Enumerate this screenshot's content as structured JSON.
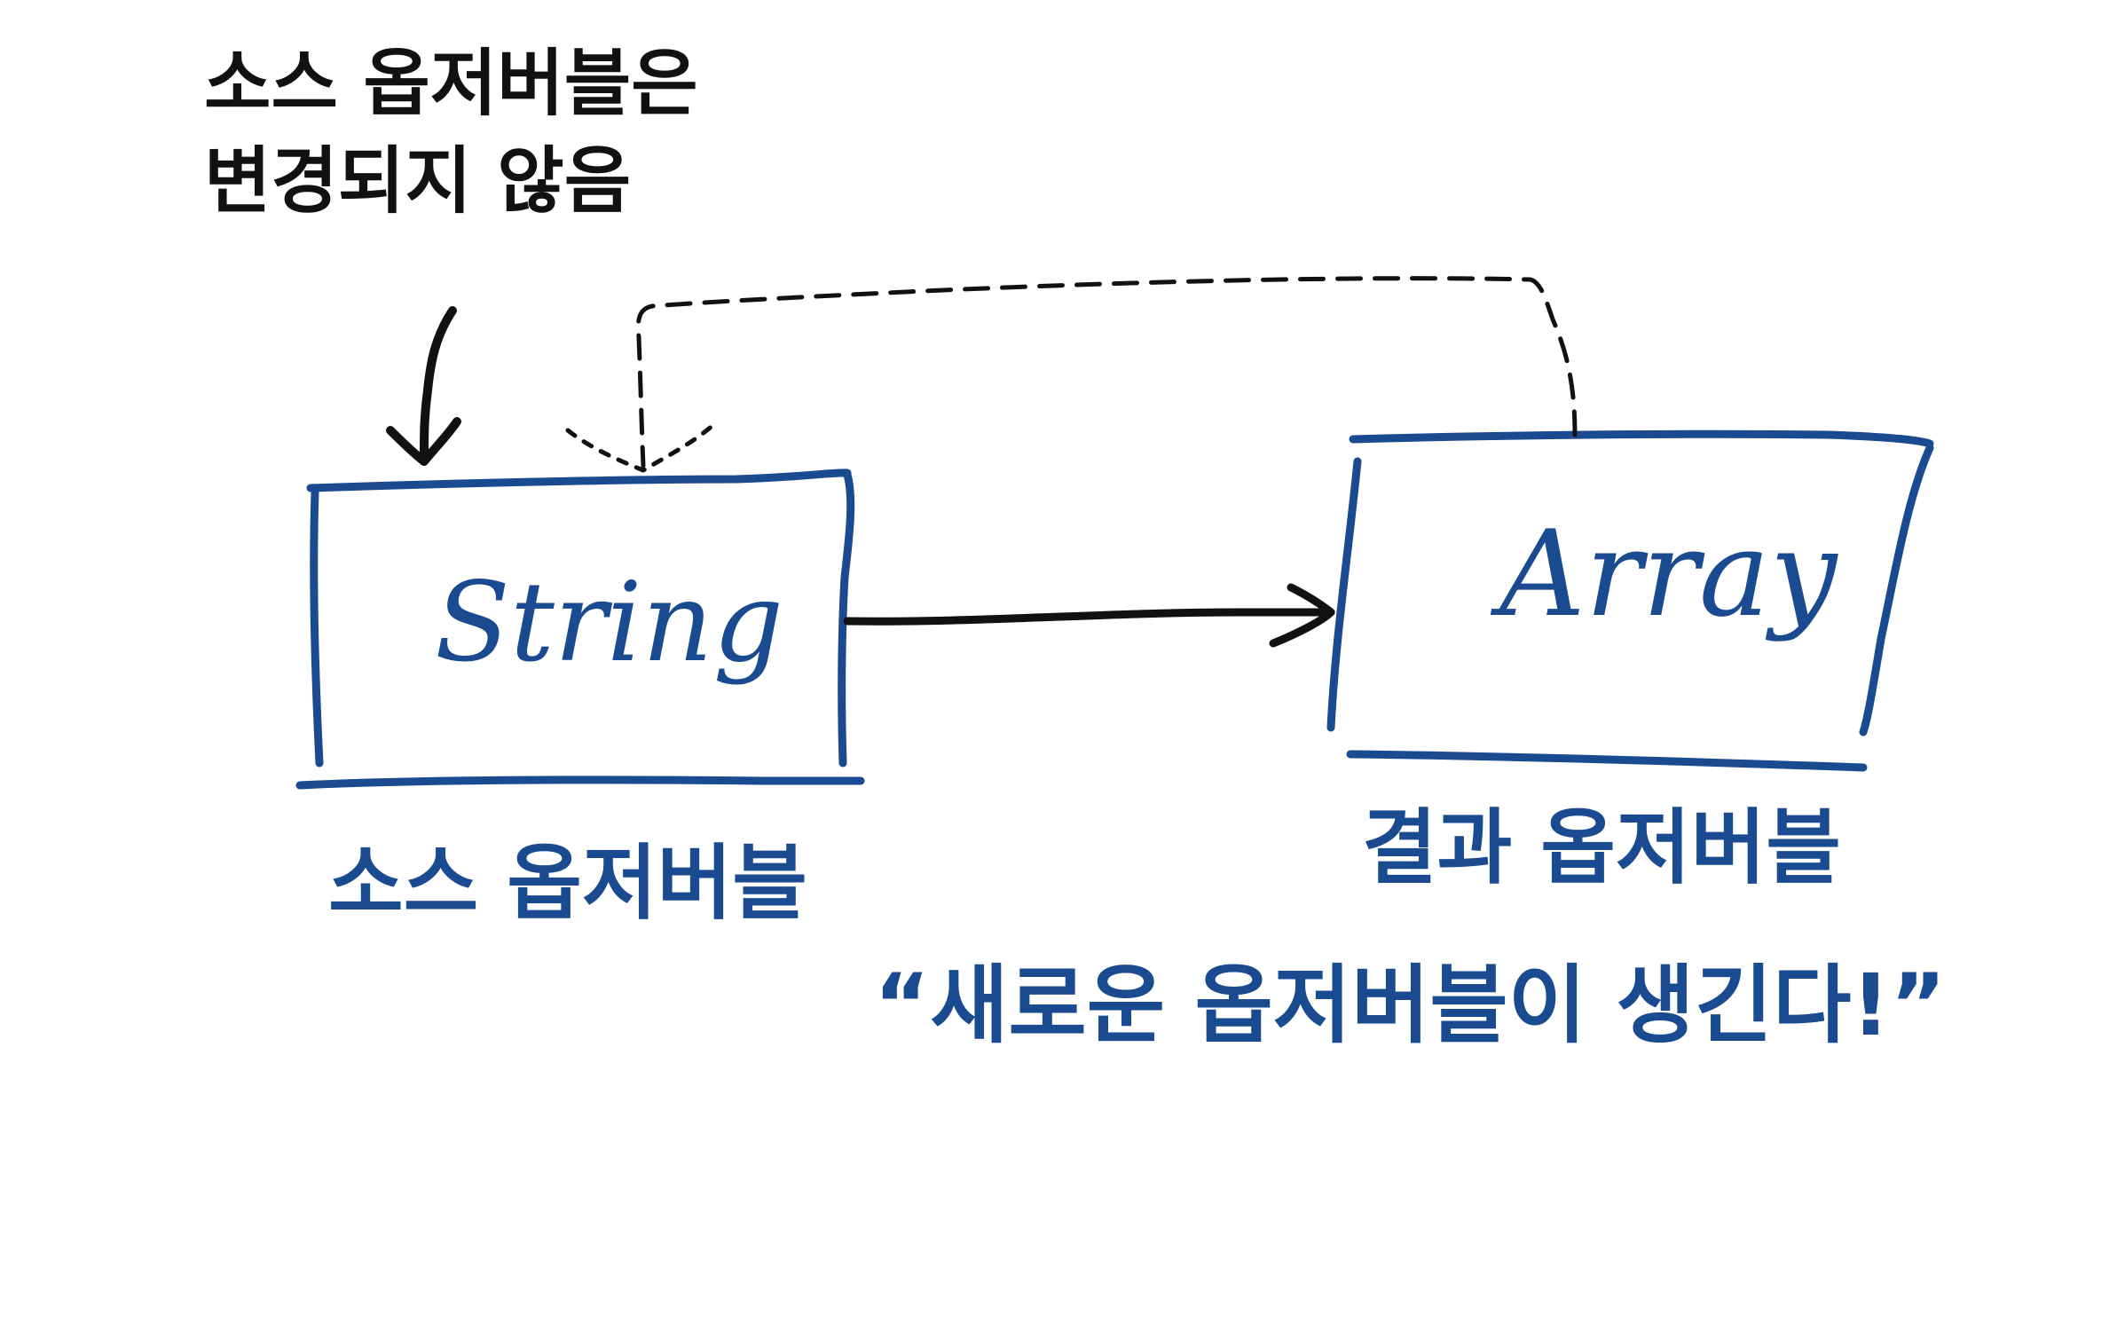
{
  "note": {
    "line1": "소스 옵저버블은",
    "line2": "변경되지 않음"
  },
  "source_box": {
    "label": "String",
    "caption": "소스 옵저버블"
  },
  "result_box": {
    "label": "Array",
    "caption": "결과 옵저버블"
  },
  "quote": "“새로운 옵저버블이 생긴다!”",
  "colors": {
    "ink_black": "#111111",
    "ink_blue": "#1a4a8f"
  }
}
